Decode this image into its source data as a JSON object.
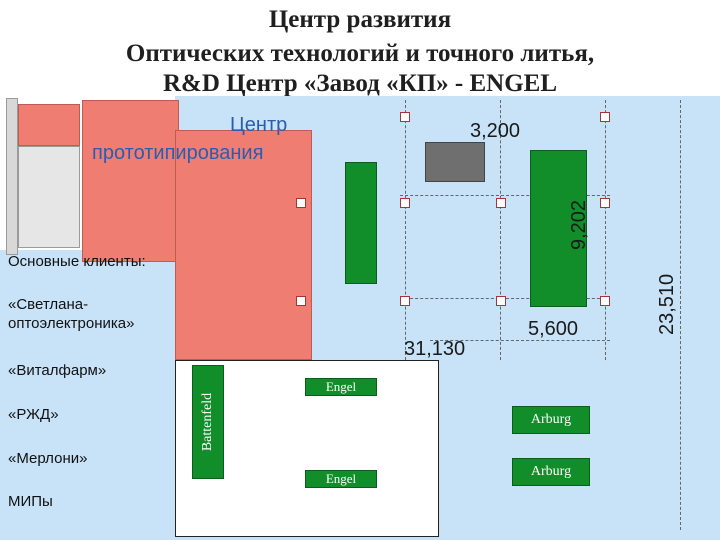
{
  "title": {
    "line1": "Центр развития",
    "line2": "Оптических технологий и точного литья,",
    "line3": "R&D Центр «Завод «КП» - ENGEL"
  },
  "zone_label": {
    "line1": "Центр",
    "line2": "прототипирования"
  },
  "dimensions": {
    "d3200": "3,200",
    "d9202": "9,202",
    "d23510": "23,510",
    "d31130": "31,130",
    "d5600": "5,600"
  },
  "clients": {
    "heading": "Основные клиенты:",
    "items": [
      "«Светлана-",
      "оптоэлектроника»",
      "«Виталфарм»",
      "«РЖД»",
      "«Мерлони»",
      "МИПы"
    ]
  },
  "machines": {
    "battenfeld": "Battenfeld",
    "engel_top": "Engel",
    "engel_bottom": "Engel",
    "arburg_top": "Arburg",
    "arburg_bottom": "Arburg"
  },
  "colors": {
    "hall": "#c8e2f8",
    "proto_zone": "#f07d72",
    "machine": "#118e2a",
    "label_blue": "#2a5db0"
  }
}
